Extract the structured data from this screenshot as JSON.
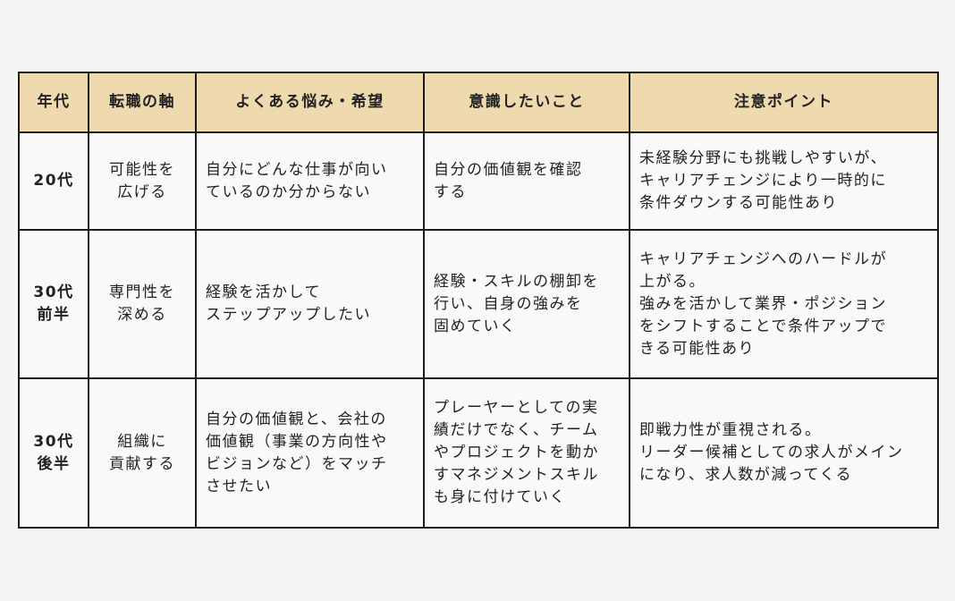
{
  "headers": [
    "年代",
    "転職の軸",
    "よくある悩み・希望",
    "意識したいこと",
    "注意ポイント"
  ],
  "rows": [
    {
      "age": [
        "20代"
      ],
      "axis": [
        "可能性を",
        "広げる"
      ],
      "worry": [
        "自分にどんな仕事が向い",
        "ているのか分からない"
      ],
      "focus": [
        "自分の価値観を確認",
        "する"
      ],
      "note": [
        "未経験分野にも挑戦しやすいが、",
        "キャリアチェンジにより一時的に",
        "条件ダウンする可能性あり"
      ]
    },
    {
      "age": [
        "30代",
        "前半"
      ],
      "axis": [
        "専門性を",
        "深める"
      ],
      "worry": [
        "経験を活かして",
        "ステップアップしたい"
      ],
      "focus": [
        "経験・スキルの棚卸を",
        "行い、自身の強みを",
        "固めていく"
      ],
      "note": [
        "キャリアチェンジへのハードルが",
        "上がる。",
        "強みを活かして業界・ポジション",
        "をシフトすることで条件アップで",
        "きる可能性あり"
      ]
    },
    {
      "age": [
        "30代",
        "後半"
      ],
      "axis": [
        "組織に",
        "貢献する"
      ],
      "worry": [
        "自分の価値観と、会社の",
        "価値観（事業の方向性や",
        "ビジョンなど）をマッチ",
        "させたい"
      ],
      "focus": [
        "プレーヤーとしての実",
        "績だけでなく、チーム",
        "やプロジェクトを動か",
        "すマネジメントスキル",
        "も身に付けていく"
      ],
      "note": [
        "即戦力性が重視される。",
        "リーダー候補としての求人がメイン",
        "になり、求人数が減ってくる"
      ]
    }
  ]
}
